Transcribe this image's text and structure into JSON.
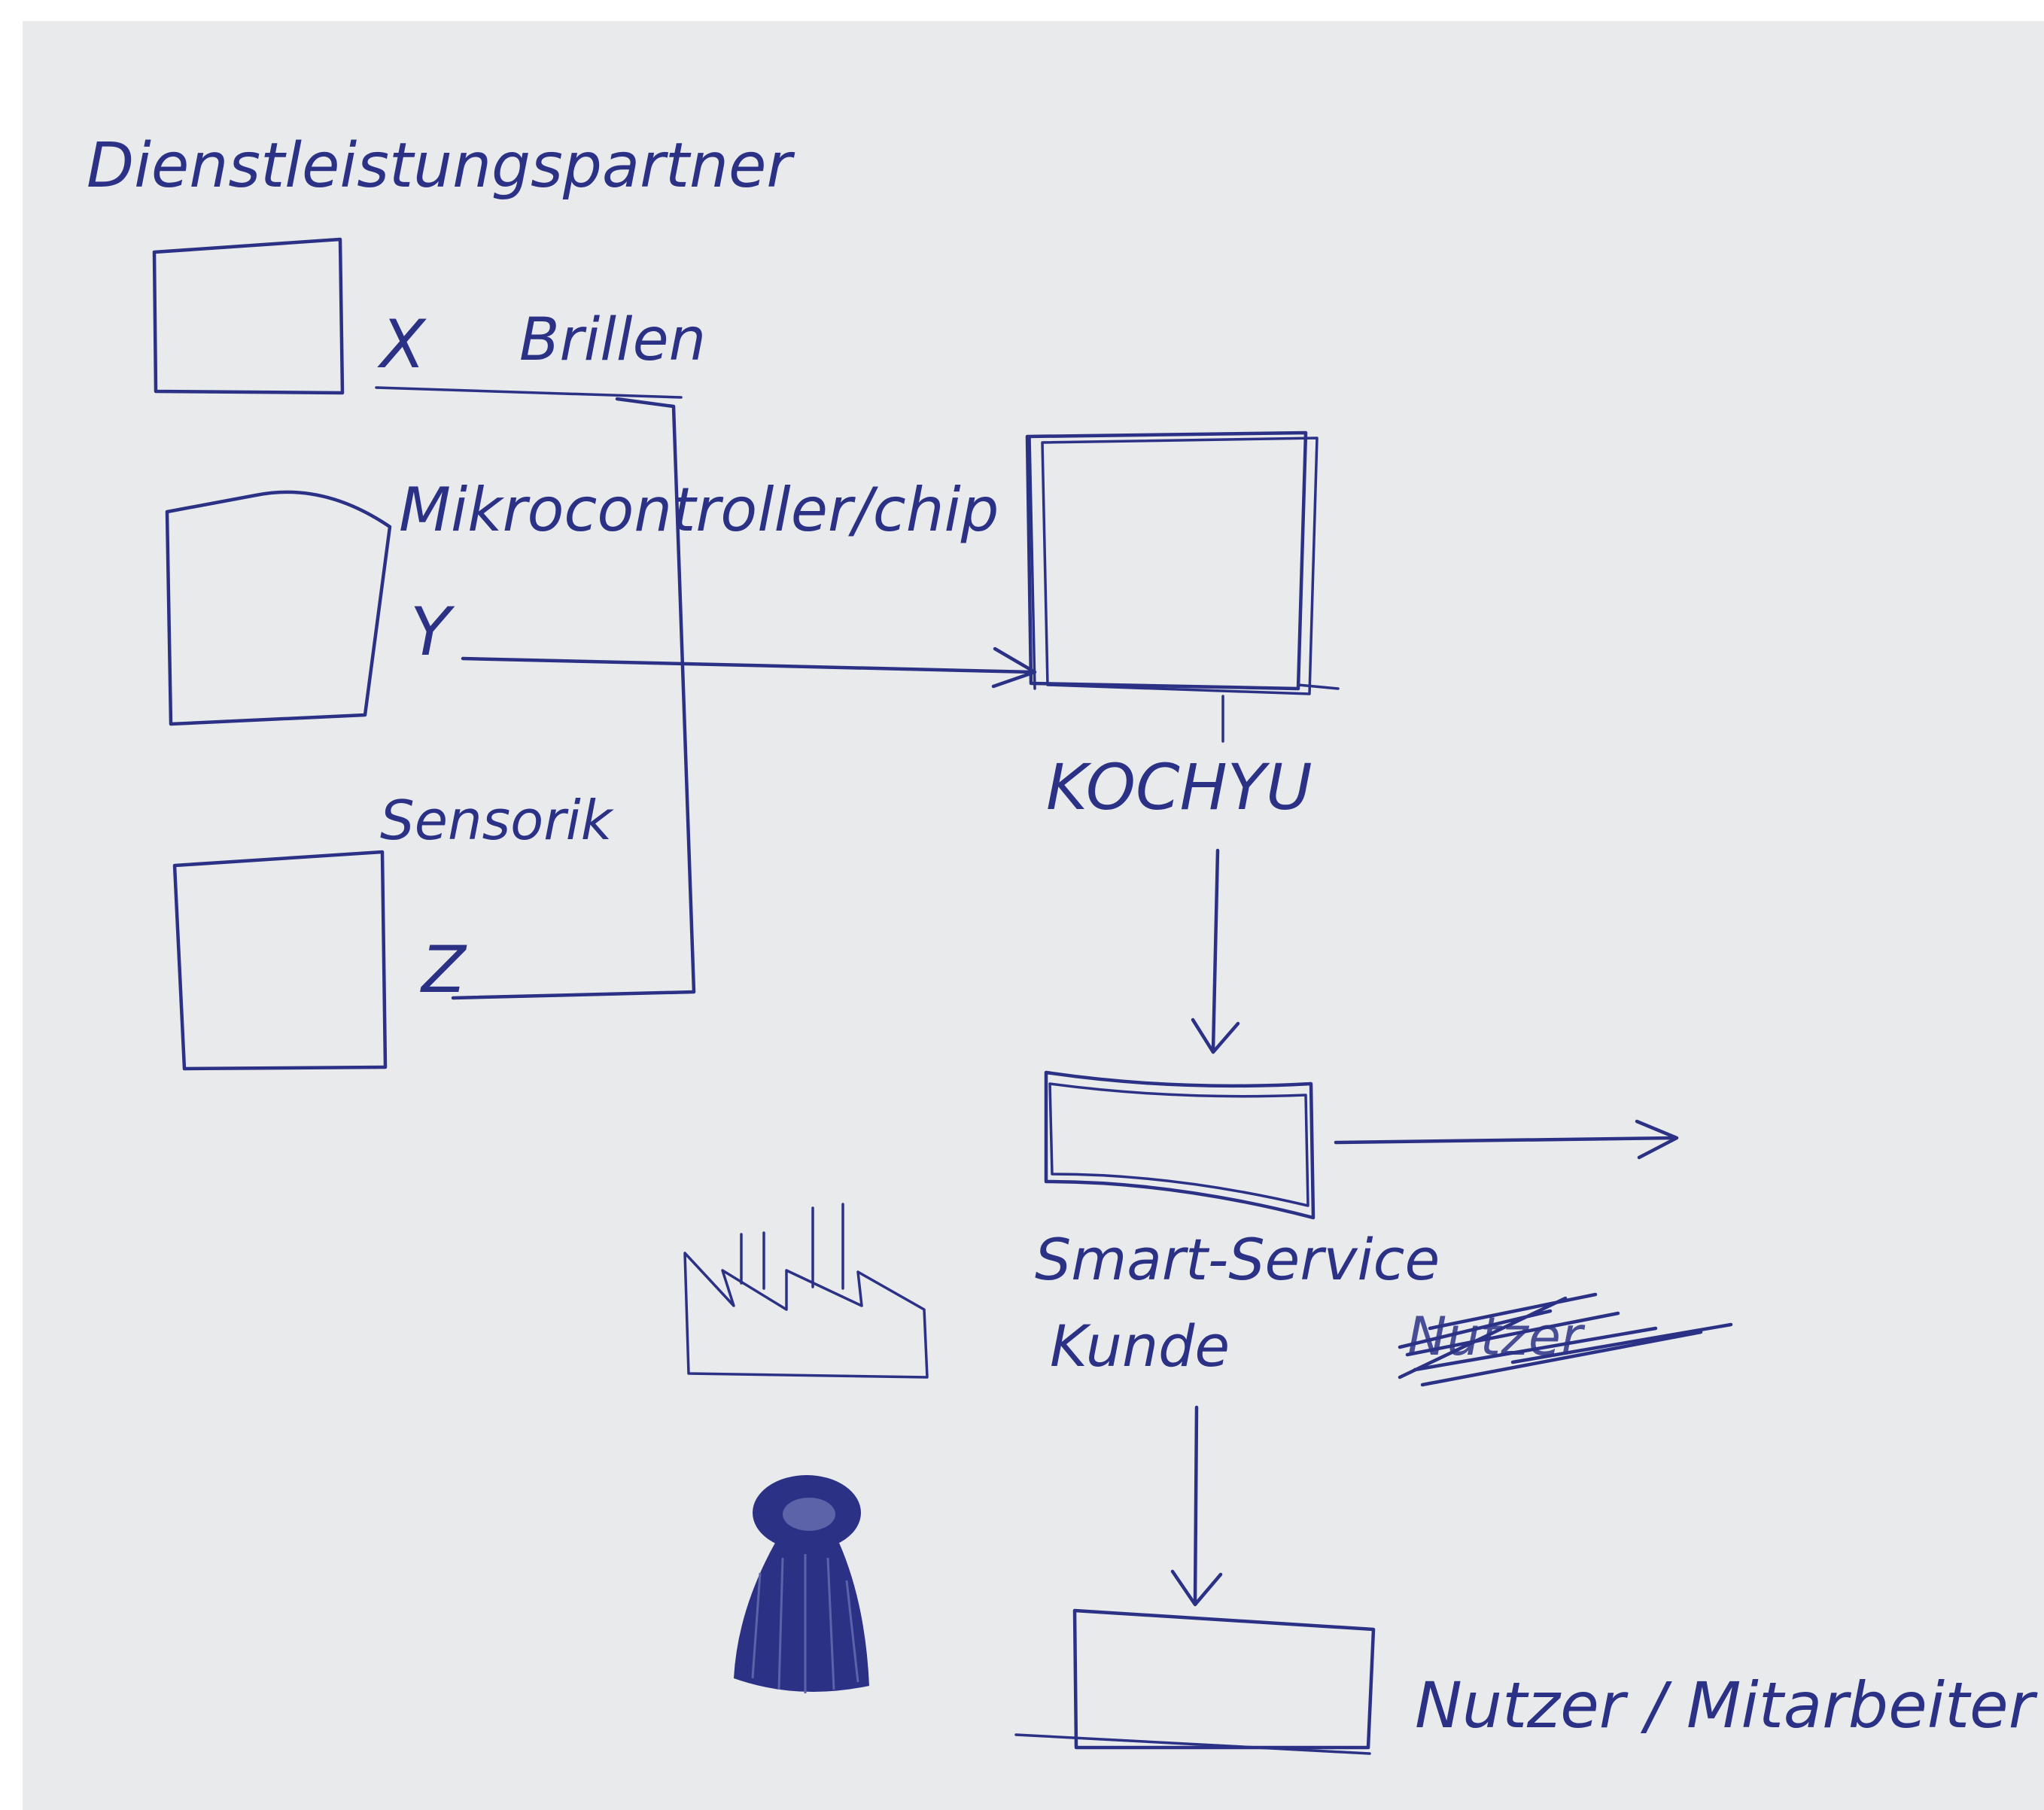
{
  "title": "Dienstleistungspartner",
  "partners": [
    {
      "letter": "X",
      "label": "Brillen"
    },
    {
      "letter": "Y",
      "label": "Mikrocontroller/chip"
    },
    {
      "letter": "Z",
      "label": "Sensorik"
    }
  ],
  "hub": {
    "label": "KOCHYU"
  },
  "smart_service": {
    "label": "Smart-Service",
    "sublabel": "Kunde"
  },
  "scribbled_word": "Nutzer",
  "end_node": {
    "label": "Nutzer / Mitarbeiter"
  },
  "ink_color": "#2b3286",
  "icons": [
    "factory-icon",
    "person-icon"
  ]
}
